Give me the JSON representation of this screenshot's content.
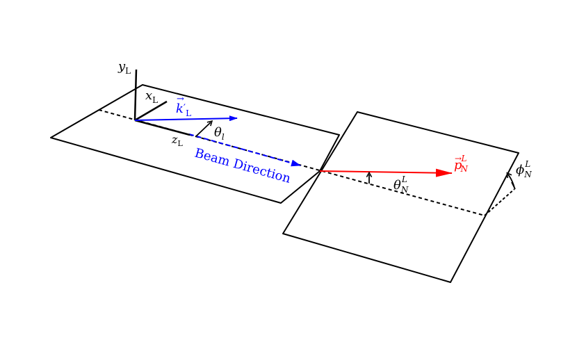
{
  "colors": {
    "lepton_vector": "#0000ff",
    "nucleon_vector": "#ff0000",
    "lines": "#000000",
    "background": "#ffffff"
  },
  "axes": {
    "y": {
      "base": "y",
      "sub": "L"
    },
    "x": {
      "base": "x",
      "sub": "L"
    },
    "z": {
      "base": "z",
      "sub": "L"
    }
  },
  "vectors": {
    "k_prime": {
      "base": "k",
      "accent": "→",
      "prime": "′",
      "sub": "L"
    },
    "p": {
      "base": "p",
      "accent": "→",
      "sub": "N",
      "sup": "L"
    }
  },
  "angles": {
    "theta_l": {
      "base": "θ",
      "sub": "l"
    },
    "theta_N": {
      "base": "θ",
      "sub": "N",
      "sup": "L"
    },
    "phi_N": {
      "base": "ϕ",
      "sub": "N",
      "sup": "L"
    }
  },
  "beam_label": "Beam Direction"
}
